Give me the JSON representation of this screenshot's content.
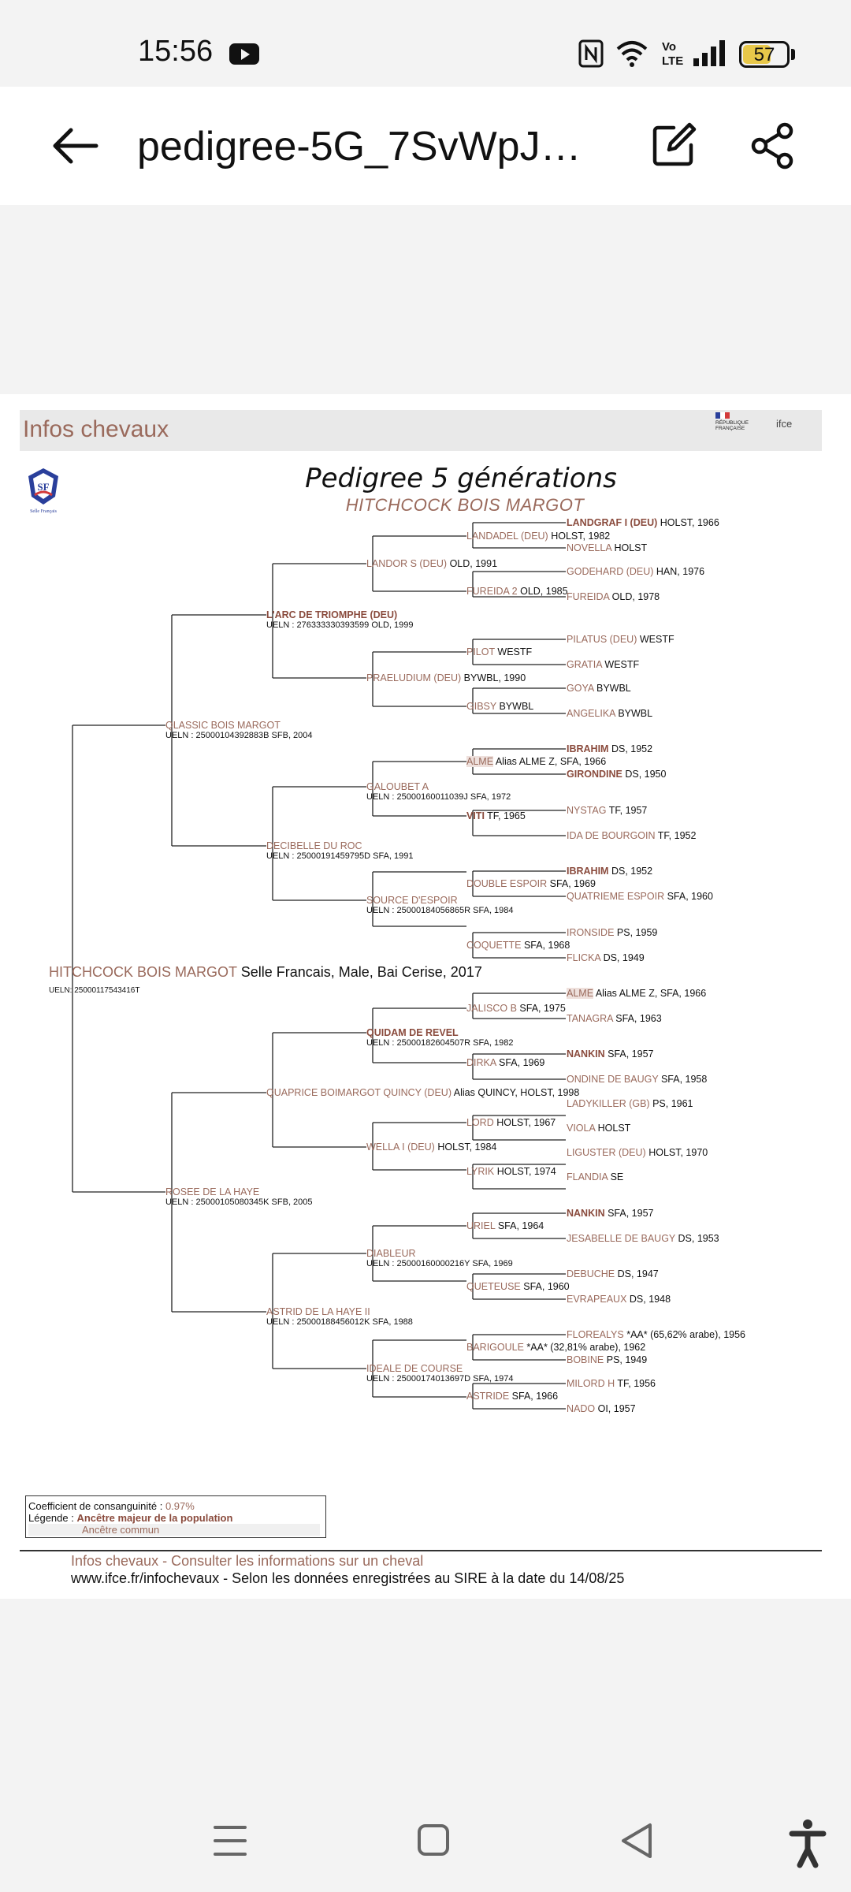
{
  "status": {
    "time": "15:56",
    "battery": "57"
  },
  "appbar": {
    "title": "pedigree-5G_7SvWpJm5R..."
  },
  "page": {
    "header_title": "Infos chevaux",
    "rf_text": "RÉPUBLIQUE FRANÇAISE",
    "ifce_text": "ifce",
    "sf_logo_text": "Selle Français",
    "title": "Pedigree 5 générations",
    "horse": "HITCHCOCK BOIS MARGOT"
  },
  "pedigree": {
    "root": {
      "name": "HITCHCOCK BOIS MARGOT",
      "info": "Selle Francais, Male, Bai Cerise, 2017",
      "ueln": "UELN: 25000117543416T"
    },
    "g1": [
      {
        "name": "QLASSIC BOIS MARGOT",
        "ueln": "UELN : 25000104392883B SFB, 2004"
      },
      {
        "name": "ROSEE DE LA HAYE",
        "ueln": "UELN : 25000105080345K SFB, 2005"
      }
    ],
    "g2": [
      {
        "name": "L'ARC DE TRIOMPHE (DEU)",
        "ueln": "UELN : 276333330393599 OLD, 1999"
      },
      {
        "name": "DECIBELLE DU ROC",
        "ueln": "UELN : 25000191459795D SFA, 1991"
      },
      {
        "name": "QUAPRICE BOIMARGOT QUINCY (DEU)",
        "info": "Alias QUINCY, HOLST, 1998"
      },
      {
        "name": "ASTRID DE LA HAYE II",
        "ueln": "UELN : 25000188456012K SFA, 1988"
      }
    ],
    "g3": [
      {
        "name": "LANDOR S (DEU)",
        "info": "OLD, 1991"
      },
      {
        "name": "PRAELUDIUM (DEU)",
        "info": "BYWBL, 1990"
      },
      {
        "name": "GALOUBET A",
        "ueln": "UELN : 25000160011039J SFA, 1972"
      },
      {
        "name": "SOURCE D'ESPOIR",
        "ueln": "UELN : 25000184056865R SFA, 1984"
      },
      {
        "name": "QUIDAM DE REVEL",
        "ueln": "UELN : 25000182604507R SFA, 1982"
      },
      {
        "name": "WELLA I (DEU)",
        "info": "HOLST, 1984"
      },
      {
        "name": "DIABLEUR",
        "ueln": "UELN : 25000160000216Y SFA, 1969"
      },
      {
        "name": "IDEALE DE COURSE",
        "ueln": "UELN : 25000174013697D SFA, 1974"
      }
    ],
    "g4": [
      {
        "name": "LANDADEL (DEU)",
        "info": "HOLST, 1982"
      },
      {
        "name": "FUREIDA 2",
        "info": "OLD, 1985"
      },
      {
        "name": "PILOT",
        "info": "WESTF"
      },
      {
        "name": "GIBSY",
        "info": "BYWBL"
      },
      {
        "name": "ALME",
        "info": "Alias ALME Z, SFA, 1966"
      },
      {
        "name": "VITI",
        "info": "TF, 1965"
      },
      {
        "name": "DOUBLE ESPOIR",
        "info": "SFA, 1969"
      },
      {
        "name": "COQUETTE",
        "info": "SFA, 1968"
      },
      {
        "name": "JALISCO B",
        "info": "SFA, 1975"
      },
      {
        "name": "DIRKA",
        "info": "SFA, 1969"
      },
      {
        "name": "LORD",
        "info": "HOLST, 1967"
      },
      {
        "name": "LYRIK",
        "info": "HOLST, 1974"
      },
      {
        "name": "URIEL",
        "info": "SFA, 1964"
      },
      {
        "name": "QUETEUSE",
        "info": "SFA, 1960"
      },
      {
        "name": "BARIGOULE",
        "info": "*AA* (32,81% arabe), 1962"
      },
      {
        "name": "ASTRIDE",
        "info": "SFA, 1966"
      }
    ],
    "g5": [
      {
        "name": "LANDGRAF I (DEU)",
        "info": "HOLST, 1966"
      },
      {
        "name": "NOVELLA",
        "info": "HOLST"
      },
      {
        "name": "GODEHARD (DEU)",
        "info": "HAN, 1976"
      },
      {
        "name": "FUREIDA",
        "info": "OLD, 1978"
      },
      {
        "name": "PILATUS (DEU)",
        "info": "WESTF"
      },
      {
        "name": "GRATIA",
        "info": "WESTF"
      },
      {
        "name": "GOYA",
        "info": "BYWBL"
      },
      {
        "name": "ANGELIKA",
        "info": "BYWBL"
      },
      {
        "name": "IBRAHIM",
        "info": "DS, 1952"
      },
      {
        "name": "GIRONDINE",
        "info": "DS, 1950"
      },
      {
        "name": "NYSTAG",
        "info": "TF, 1957"
      },
      {
        "name": "IDA DE BOURGOIN",
        "info": "TF, 1952"
      },
      {
        "name": "IBRAHIM",
        "info": "DS, 1952"
      },
      {
        "name": "QUATRIEME ESPOIR",
        "info": "SFA, 1960"
      },
      {
        "name": "IRONSIDE",
        "info": "PS, 1959"
      },
      {
        "name": "FLICKA",
        "info": "DS, 1949"
      },
      {
        "name": "ALME",
        "info": "Alias ALME Z, SFA, 1966"
      },
      {
        "name": "TANAGRA",
        "info": "SFA, 1963"
      },
      {
        "name": "NANKIN",
        "info": "SFA, 1957"
      },
      {
        "name": "ONDINE DE BAUGY",
        "info": "SFA, 1958"
      },
      {
        "name": "LADYKILLER (GB)",
        "info": "PS, 1961"
      },
      {
        "name": "VIOLA",
        "info": "HOLST"
      },
      {
        "name": "LIGUSTER (DEU)",
        "info": "HOLST, 1970"
      },
      {
        "name": "FLANDIA",
        "info": "SE"
      },
      {
        "name": "NANKIN",
        "info": "SFA, 1957"
      },
      {
        "name": "JESABELLE DE BAUGY",
        "info": "DS, 1953"
      },
      {
        "name": "DEBUCHE",
        "info": "DS, 1947"
      },
      {
        "name": "EVRAPEAUX",
        "info": "DS, 1948"
      },
      {
        "name": "FLOREALYS",
        "info": "*AA* (65,62% arabe), 1956"
      },
      {
        "name": "BOBINE",
        "info": "PS, 1949"
      },
      {
        "name": "MILORD H",
        "info": "TF, 1956"
      },
      {
        "name": "NADO",
        "info": "OI, 1957"
      }
    ]
  },
  "legend": {
    "coeff_label": "Coefficient de consanguinité :",
    "coeff_value": "0.97%",
    "legend_label": "Légende :",
    "legend_major": "Ancêtre majeur de la population",
    "legend_common": "Ancêtre commun"
  },
  "footer": {
    "line1": "Infos chevaux - Consulter les informations sur un cheval",
    "line2": "www.ifce.fr/infochevaux - Selon les données enregistrées au SIRE à la date du 14/08/25"
  },
  "colors": {
    "accent": "#9a6a5c",
    "bold_name": "#8a4b3d"
  }
}
